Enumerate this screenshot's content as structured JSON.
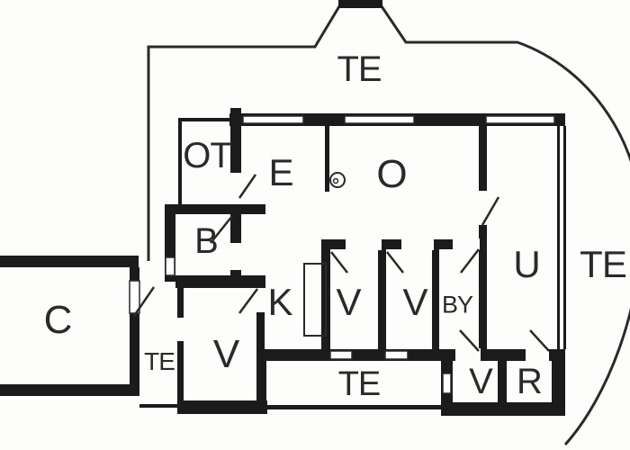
{
  "document_type": "apartment floor plan drawing",
  "colors": {
    "wall": "#1b1b1b",
    "line": "#2a2a2a",
    "bg": "#fdfdfc",
    "text": "#2a2a2a"
  },
  "rooms": {
    "terrace_top": {
      "label": "TE"
    },
    "terrace_right": {
      "label": "TE"
    },
    "entry": {
      "label": "TE"
    },
    "terrace_bottom": {
      "label": "TE"
    },
    "ot": {
      "label": "OT"
    },
    "e": {
      "label": "E"
    },
    "o": {
      "label": "O"
    },
    "b": {
      "label": "B"
    },
    "c": {
      "label": "C"
    },
    "k": {
      "label": "K"
    },
    "v_hall": {
      "label": "V"
    },
    "v_closet_1": {
      "label": "V"
    },
    "v_closet_2": {
      "label": "V"
    },
    "by": {
      "label": "BY"
    },
    "u": {
      "label": "U"
    },
    "v_small": {
      "label": "V"
    },
    "r": {
      "label": "R"
    }
  }
}
